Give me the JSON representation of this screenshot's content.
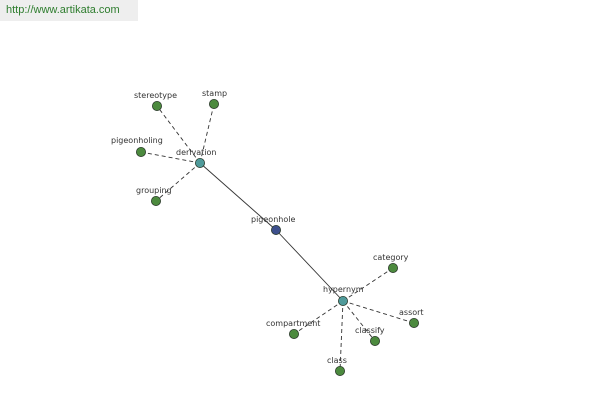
{
  "header": {
    "source_url_text": "http://www.artikata.com"
  },
  "colors": {
    "center_node": "#3d4f8c",
    "hub_node": "#4f9a9a",
    "leaf_node": "#4c8a3e",
    "node_stroke": "#2b3a2b",
    "edge": "#333333",
    "link_text": "#2e7d2e",
    "link_background": "#eeeeee"
  },
  "graph": {
    "center": {
      "id": "pigeonhole",
      "label": "pigeonhole"
    },
    "hubs": [
      {
        "id": "derivation",
        "label": "derivation",
        "leaves": [
          {
            "id": "stereotype",
            "label": "stereotype"
          },
          {
            "id": "stamp",
            "label": "stamp"
          },
          {
            "id": "pigeonholing",
            "label": "pigeonholing"
          },
          {
            "id": "grouping",
            "label": "grouping"
          }
        ]
      },
      {
        "id": "hypernym",
        "label": "hypernym",
        "leaves": [
          {
            "id": "category",
            "label": "category"
          },
          {
            "id": "compartment",
            "label": "compartment"
          },
          {
            "id": "assort",
            "label": "assort"
          },
          {
            "id": "classify",
            "label": "classify"
          },
          {
            "id": "class",
            "label": "class"
          }
        ]
      }
    ]
  }
}
